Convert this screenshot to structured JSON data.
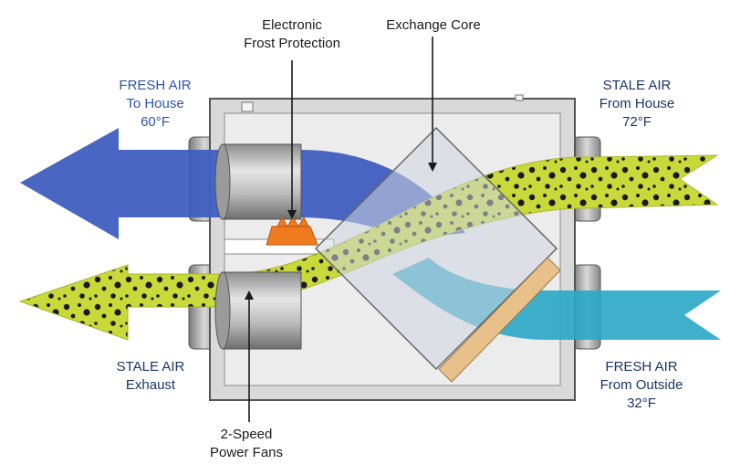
{
  "labels": {
    "frost_protection": [
      "Electronic",
      "Frost Protection"
    ],
    "exchange_core": "Exchange Core",
    "fresh_to_house": [
      "FRESH AIR",
      "To House",
      "60°F"
    ],
    "stale_from_house": [
      "STALE AIR",
      "From House",
      "72°F"
    ],
    "stale_exhaust": [
      "STALE AIR",
      "Exhaust"
    ],
    "fresh_from_outside": [
      "FRESH AIR",
      "From Outside",
      "32°F"
    ],
    "power_fans": [
      "2-Speed",
      "Power Fans"
    ]
  },
  "colors": {
    "fresh_warm_arrow": "#3f5fbf",
    "stale_air": "#c9d93a",
    "stale_dots": "#1a1a1a",
    "fresh_cold_arrow": "#2aa7c7",
    "frost_device": "#f07a1e",
    "label_text": "#2f56a8",
    "cabinet_fill": "#e7e7e7",
    "cabinet_stroke": "#555555"
  },
  "icons": {
    "fans": "cylindrical-fan-icon",
    "collars": "duct-collar-icon",
    "frost_device": "frost-protection-heater-icon",
    "core": "heat-exchange-core-icon"
  }
}
